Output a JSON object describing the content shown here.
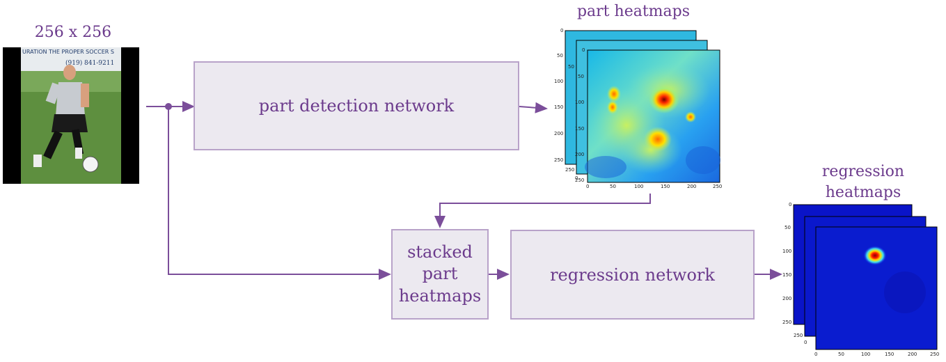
{
  "input": {
    "size_label": "256 x 256",
    "banner_text": "URATION  THE PROPER SOCCER S",
    "phone_text": "(919) 841-9211"
  },
  "part_detection": {
    "label": "part detection network"
  },
  "part_heatmaps": {
    "title": "part heatmaps",
    "y_ticks": [
      "0",
      "50",
      "100",
      "150",
      "200",
      "250"
    ],
    "x_ticks": [
      "0",
      "50",
      "100",
      "150",
      "200",
      "250"
    ]
  },
  "stacked": {
    "label_line1": "stacked",
    "label_line2": "part",
    "label_line3": "heatmaps"
  },
  "regression_network": {
    "label": "regression network"
  },
  "regression_heatmaps": {
    "title_line1": "regression",
    "title_line2": "heatmaps",
    "y_ticks": [
      "0",
      "50",
      "100",
      "150",
      "200",
      "250"
    ],
    "x_ticks": [
      "0",
      "50",
      "100",
      "150",
      "200",
      "250"
    ]
  },
  "colors": {
    "arrow": "#7b4e9a",
    "box_fill": "#ece9f0",
    "box_border": "#b8a2c9",
    "text": "#6b3a8c"
  }
}
